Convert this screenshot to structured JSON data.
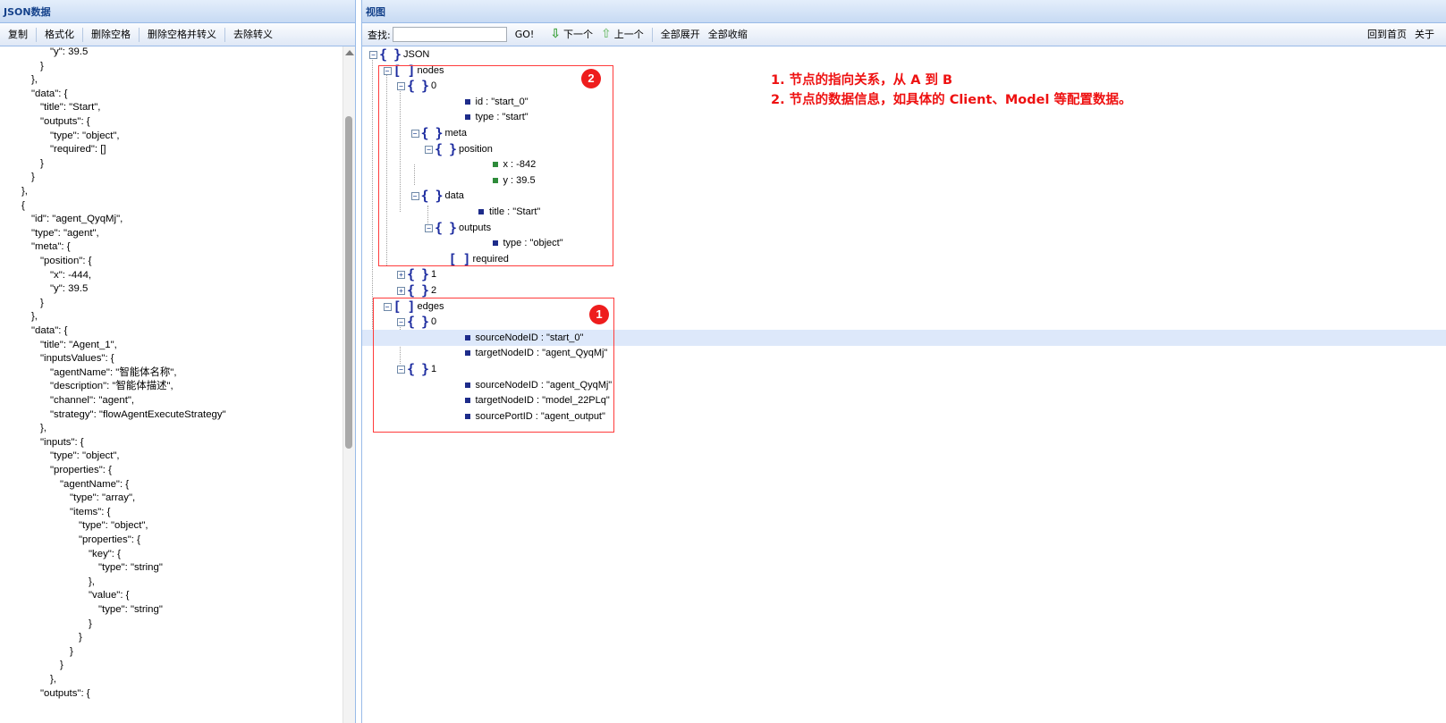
{
  "left": {
    "title": "JSON数据",
    "toolbar": [
      "复制",
      "格式化",
      "删除空格",
      "删除空格并转义",
      "去除转义"
    ],
    "code_lines": [
      "\"y\": 39.5",
      "}",
      "},",
      "\"data\": {",
      "\"title\": \"Start\",",
      "\"outputs\": {",
      "\"type\": \"object\",",
      "\"required\": []",
      "}",
      "}",
      "},",
      "{",
      "\"id\": \"agent_QyqMj\",",
      "\"type\": \"agent\",",
      "\"meta\": {",
      "\"position\": {",
      "\"x\": -444,",
      "\"y\": 39.5",
      "}",
      "},",
      "\"data\": {",
      "\"title\": \"Agent_1\",",
      "\"inputsValues\": {",
      "\"agentName\": \"智能体名称\",",
      "\"description\": \"智能体描述\",",
      "\"channel\": \"agent\",",
      "\"strategy\": \"flowAgentExecuteStrategy\"",
      "},",
      "\"inputs\": {",
      "\"type\": \"object\",",
      "\"properties\": {",
      "\"agentName\": {",
      "\"type\": \"array\",",
      "\"items\": {",
      "\"type\": \"object\",",
      "\"properties\": {",
      "\"key\": {",
      "\"type\": \"string\"",
      "},",
      "\"value\": {",
      "\"type\": \"string\"",
      "}",
      "}",
      "}",
      "}",
      "},",
      "\"outputs\": {"
    ]
  },
  "right": {
    "title": "视图",
    "search_label": "查找:",
    "search_value": "",
    "go_label": "GO!",
    "next_label": "下一个",
    "prev_label": "上一个",
    "expand_all_label": "全部展开",
    "collapse_all_label": "全部收缩",
    "home_label": "回到首页",
    "about_label": "关于"
  },
  "tree": [
    {
      "label": "JSON",
      "icon": "object",
      "toggle": "minus"
    },
    {
      "label": "nodes",
      "icon": "array",
      "toggle": "minus"
    },
    {
      "label": "0",
      "icon": "object",
      "toggle": "minus"
    },
    {
      "label": "id : \"start_0\"",
      "icon": "leaf"
    },
    {
      "label": "type : \"start\"",
      "icon": "leaf"
    },
    {
      "label": "meta",
      "icon": "object",
      "toggle": "minus"
    },
    {
      "label": "position",
      "icon": "object",
      "toggle": "minus"
    },
    {
      "label": "x : -842",
      "icon": "leaf-number"
    },
    {
      "label": "y : 39.5",
      "icon": "leaf-number"
    },
    {
      "label": "data",
      "icon": "object",
      "toggle": "minus"
    },
    {
      "label": "title : \"Start\"",
      "icon": "leaf"
    },
    {
      "label": "outputs",
      "icon": "object",
      "toggle": "minus"
    },
    {
      "label": "type : \"object\"",
      "icon": "leaf"
    },
    {
      "label": "required",
      "icon": "array"
    },
    {
      "label": "1",
      "icon": "object",
      "toggle": "plus"
    },
    {
      "label": "2",
      "icon": "object",
      "toggle": "plus"
    },
    {
      "label": "edges",
      "icon": "array",
      "toggle": "minus"
    },
    {
      "label": "0",
      "icon": "object",
      "toggle": "minus"
    },
    {
      "label": "sourceNodeID : \"start_0\"",
      "icon": "leaf",
      "selected": true
    },
    {
      "label": "targetNodeID : \"agent_QyqMj\"",
      "icon": "leaf"
    },
    {
      "label": "1",
      "icon": "object",
      "toggle": "minus"
    },
    {
      "label": "sourceNodeID : \"agent_QyqMj\"",
      "icon": "leaf"
    },
    {
      "label": "targetNodeID : \"model_22PLq\"",
      "icon": "leaf"
    },
    {
      "label": "sourcePortID : \"agent_output\"",
      "icon": "leaf"
    }
  ],
  "annotations": {
    "badge_nodes": "2",
    "badge_edges": "1",
    "note_line1": "1. 节点的指向关系，从 A 到 B",
    "note_line2": "2. 节点的数据信息，如具体的 Client、Model 等配置数据。"
  },
  "colors": {
    "accent": "#15428b",
    "annotation_red": "#ee1111",
    "selection": "#dde8fa"
  }
}
